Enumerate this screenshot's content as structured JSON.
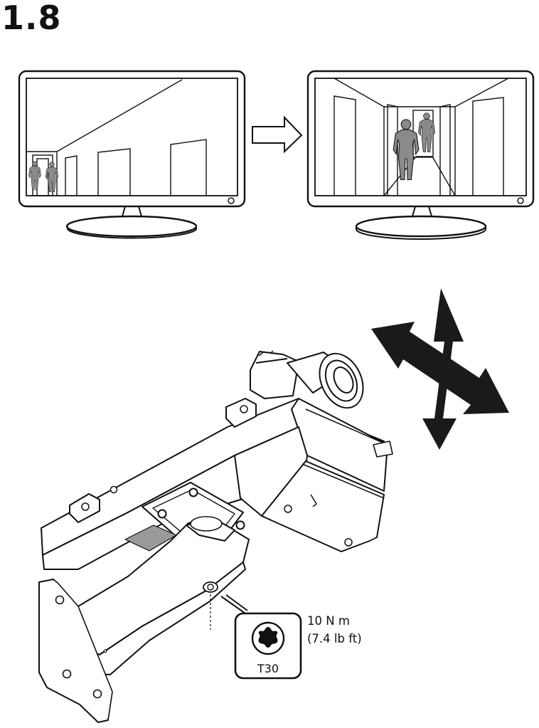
{
  "step": {
    "number": "1.8"
  },
  "tool": {
    "bit_label": "T30",
    "torque_nm": "10 N m",
    "torque_imperial": "(7.4 lb ft)"
  },
  "colors": {
    "line": "#111111",
    "person_fill": "#8a8a8a",
    "arrow_fill": "#1a1a1a",
    "background": "#ffffff"
  },
  "icons": {
    "adjust_direction": "four-way-arrow-icon",
    "next_view": "right-arrow-icon",
    "screw_head": "torx-icon"
  }
}
